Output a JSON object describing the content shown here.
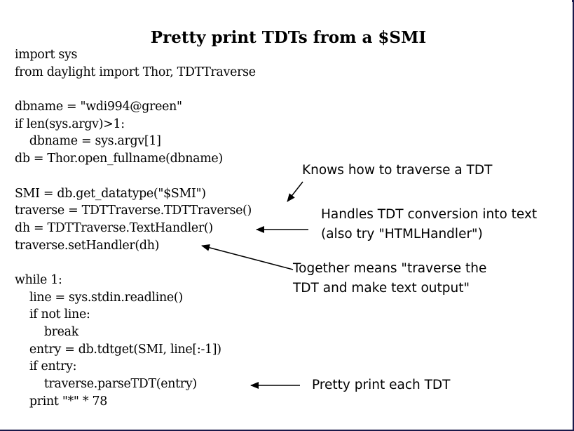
{
  "title": "Pretty print TDTs from a $SMI",
  "code_lines": [
    "import sys",
    "from daylight import Thor, TDTTraverse",
    "",
    "dbname = \"wdi994@green\"",
    "if len(sys.argv)>1:",
    "    dbname = sys.argv[1]",
    "db = Thor.open_fullname(dbname)",
    "",
    "SMI = db.get_datatype(\"$SMI\")",
    "traverse = TDTTraverse.TDTTraverse()",
    "dh = TDTTraverse.TextHandler()",
    "traverse.setHandler(dh)",
    "",
    "while 1:",
    "    line = sys.stdin.readline()",
    "    if not line:",
    "        break",
    "    entry = db.tdtget(SMI, line[:-1])",
    "    if entry:",
    "        traverse.parseTDT(entry)",
    "    print \"*\" * 78"
  ],
  "annotations": {
    "knows_traverse": "Knows how to traverse a TDT",
    "handles_conversion_1": "Handles TDT conversion into text",
    "handles_conversion_2": "(also try \"HTMLHandler\")",
    "together_1": "Together means \"traverse the",
    "together_2": "TDT and make text output\"",
    "pretty_print_each": "Pretty print each TDT"
  }
}
